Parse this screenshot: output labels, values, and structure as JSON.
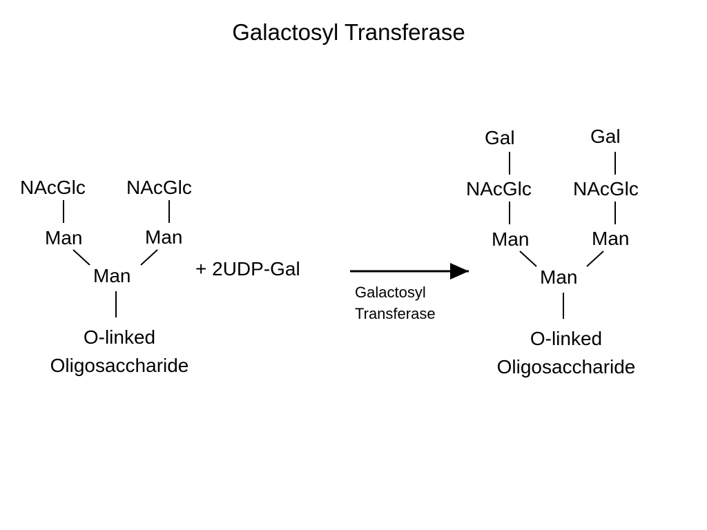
{
  "title": "Galactosyl Transferase",
  "substrate": {
    "branch_left": {
      "top": "NAcGlc",
      "sugar": "Man"
    },
    "branch_right": {
      "top": "NAcGlc",
      "sugar": "Man"
    },
    "core": "Man",
    "base_line1": "O-linked",
    "base_line2": "Oligosaccharide"
  },
  "cosubstrate": "+ 2UDP-Gal",
  "reaction_arrow": {
    "enzyme_line1": "Galactosyl",
    "enzyme_line2": "Transferase"
  },
  "product": {
    "branch_left": {
      "cap": "Gal",
      "top": "NAcGlc",
      "sugar": "Man"
    },
    "branch_right": {
      "cap": "Gal",
      "top": "NAcGlc",
      "sugar": "Man"
    },
    "core": "Man",
    "base_line1": "O-linked",
    "base_line2": "Oligosaccharide"
  }
}
